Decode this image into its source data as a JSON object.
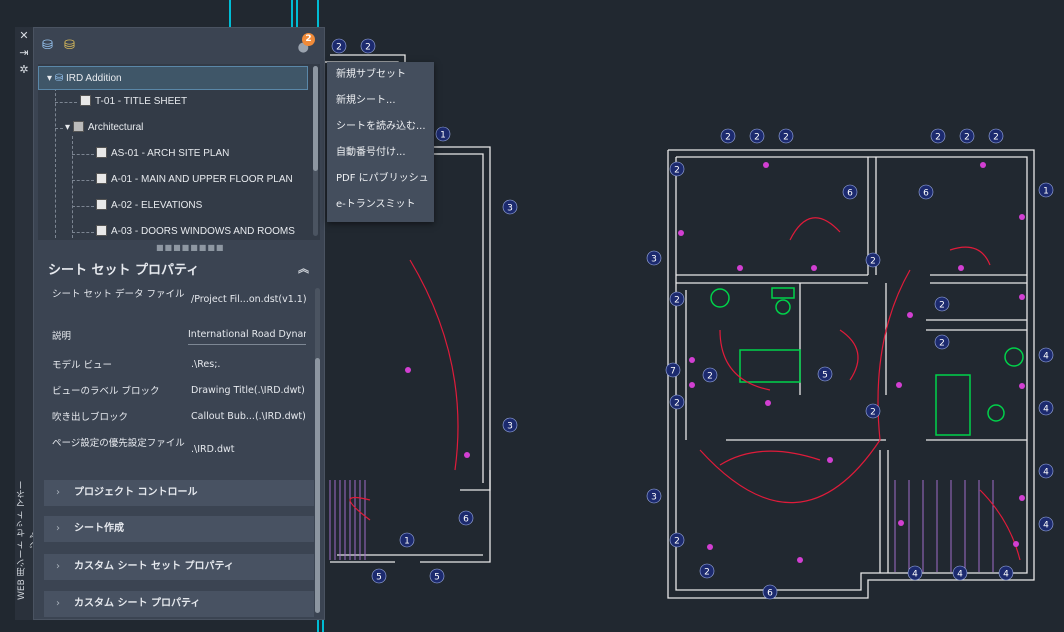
{
  "panel": {
    "vertical_title": "WEB 用シート セット マネージャ",
    "notification_count": "2",
    "tree": [
      {
        "label": "IRD Addition",
        "type": "sheet-set",
        "selected": true
      },
      {
        "label": "T-01 - TITLE SHEET",
        "type": "sheet"
      },
      {
        "label": "Architectural",
        "type": "subset"
      },
      {
        "label": "AS-01 - ARCH SITE PLAN",
        "type": "sheet"
      },
      {
        "label": "A-01 - MAIN AND UPPER FLOOR PLAN",
        "type": "sheet"
      },
      {
        "label": "A-02 - ELEVATIONS",
        "type": "sheet"
      },
      {
        "label": "A-03 - DOORS WINDOWS AND ROOMS",
        "type": "sheet"
      }
    ],
    "context_menu": [
      "新規サブセット",
      "新規シート...",
      "シートを読み込む...",
      "自動番号付け...",
      "PDF にパブリッシュ",
      "e-トランスミット"
    ],
    "properties_title": "シート セット プロパティ",
    "properties": [
      {
        "label": "シート セット データ ファイル",
        "value": "/Project Fil...on.dst(v1.1)"
      },
      {
        "label": "説明",
        "value": "International Road Dynamics"
      },
      {
        "label": "モデル ビュー",
        "value": ".\\Res;."
      },
      {
        "label": "ビューのラベル ブロック",
        "value": "Drawing Title(.\\IRD.dwt)"
      },
      {
        "label": "吹き出しブロック",
        "value": "Callout Bub...(.\\IRD.dwt)"
      },
      {
        "label": "ページ設定の優先設定ファイル",
        "value": ".\\IRD.dwt"
      }
    ],
    "sections": [
      "プロジェクト コントロール",
      "シート作成",
      "カスタム シート セット プロパティ",
      "カスタム シート プロパティ"
    ]
  },
  "drawing": {
    "callouts_left": [
      "2",
      "2",
      "1",
      "3",
      "3",
      "6",
      "1",
      "5",
      "5"
    ],
    "callouts_right": [
      "2",
      "2",
      "2",
      "2",
      "2",
      "2",
      "1",
      "4",
      "4",
      "4",
      "4",
      "4",
      "4",
      "4",
      "6",
      "2",
      "2",
      "3",
      "2",
      "7",
      "2",
      "3",
      "2",
      "6",
      "6",
      "2",
      "2",
      "2",
      "2",
      "5",
      "2"
    ]
  },
  "colors": {
    "background": "#212830",
    "wall": "#e8e8e8",
    "fixture": "#00d24a",
    "electrical": "#e01b3a",
    "device": "#d23fd2",
    "callout": "#1c2a6e",
    "accent": "#00bcd4"
  }
}
